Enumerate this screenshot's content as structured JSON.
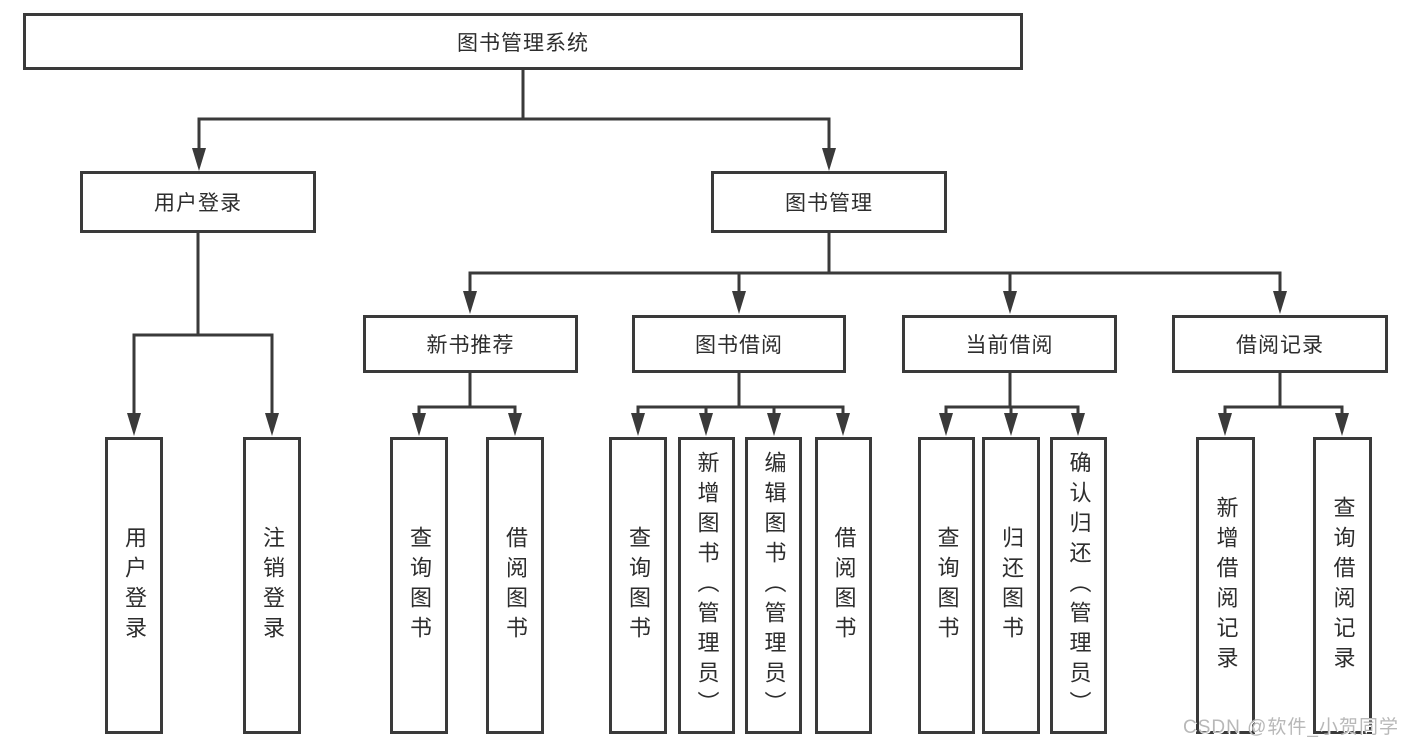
{
  "diagram": {
    "title": "图书管理系统",
    "level2": {
      "user_login": "用户登录",
      "book_management": "图书管理"
    },
    "level3": {
      "new_book_recommend": "新书推荐",
      "book_borrow": "图书借阅",
      "current_borrow": "当前借阅",
      "borrow_records": "借阅记录"
    },
    "leaves": {
      "user_login": [
        "用户登录",
        "注销登录"
      ],
      "new_book_recommend": [
        "查询图书",
        "借阅图书"
      ],
      "book_borrow": [
        "查询图书",
        "新增图书（管理员）",
        "编辑图书（管理员）",
        "借阅图书"
      ],
      "current_borrow": [
        "查询图书",
        "归还图书",
        "确认归还（管理员）"
      ],
      "borrow_records": [
        "新增借阅记录",
        "查询借阅记录"
      ]
    }
  },
  "watermark": "CSDN @软件_小贺同学",
  "colors": {
    "line": "#3a3a3a",
    "text": "#2d2d2d",
    "watermark": "#b8b8b8",
    "background": "#ffffff"
  }
}
